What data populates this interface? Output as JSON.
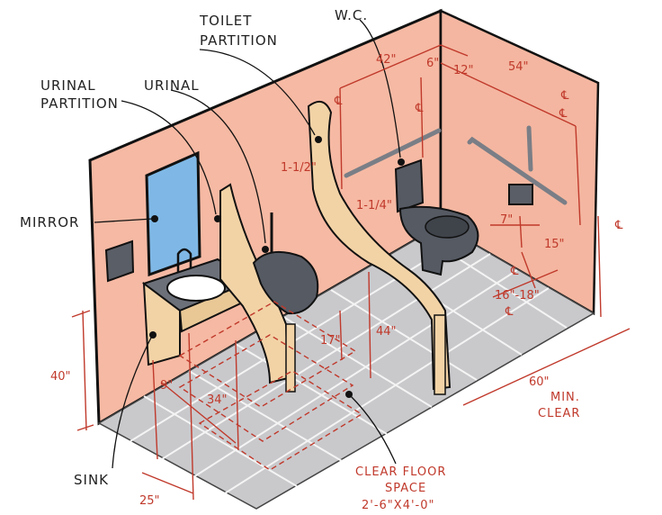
{
  "labels": {
    "toilet_partition_1": "TOILET",
    "toilet_partition_2": "PARTITION",
    "wc": "W.C.",
    "urinal_partition_1": "URINAL",
    "urinal_partition_2": "PARTITION",
    "urinal": "URINAL",
    "mirror": "MIRROR",
    "sink": "SINK",
    "min_clear_1": "MIN.",
    "min_clear_2": "CLEAR",
    "clear_floor_1": "CLEAR FLOOR",
    "clear_floor_2": "SPACE",
    "clear_floor_3": "2'-6\"X4'-0\""
  },
  "dimensions": {
    "d42": "42\"",
    "d6": "6\"",
    "d12": "12\"",
    "d54": "54\"",
    "d1_5": "1-1/2\"",
    "d1_25": "1-1/4\"",
    "d7": "7\"",
    "d15": "15\"",
    "d16_18": "16\"-18\"",
    "d44": "44\"",
    "d17": "17\"",
    "d60": "60\"",
    "d40": "40\"",
    "d9": "9\"",
    "d34": "34\"",
    "d25": "25\""
  },
  "centerline": "℄",
  "colors": {
    "wall": "#f6b9a3",
    "floor": "#c9c9cc",
    "partition": "#f2d3a6",
    "fixture": "#555a63",
    "mirror": "#7fb8e6",
    "dimension": "#c0392b",
    "ink": "#111111"
  }
}
